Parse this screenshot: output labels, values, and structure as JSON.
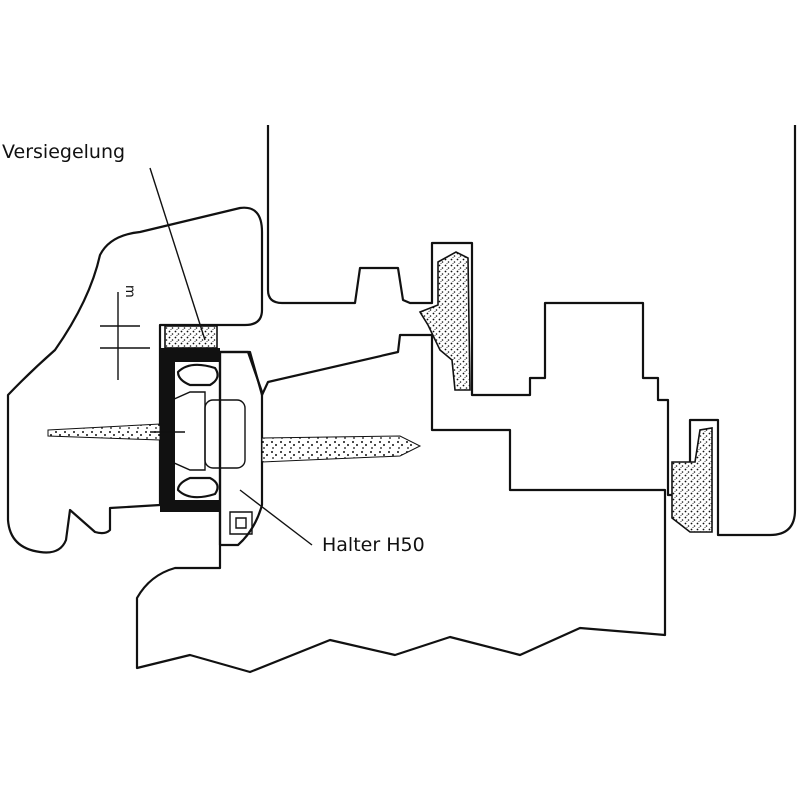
{
  "labels": {
    "sealing": "Versiegelung",
    "holder": "Halter H50",
    "dimension": "m"
  }
}
